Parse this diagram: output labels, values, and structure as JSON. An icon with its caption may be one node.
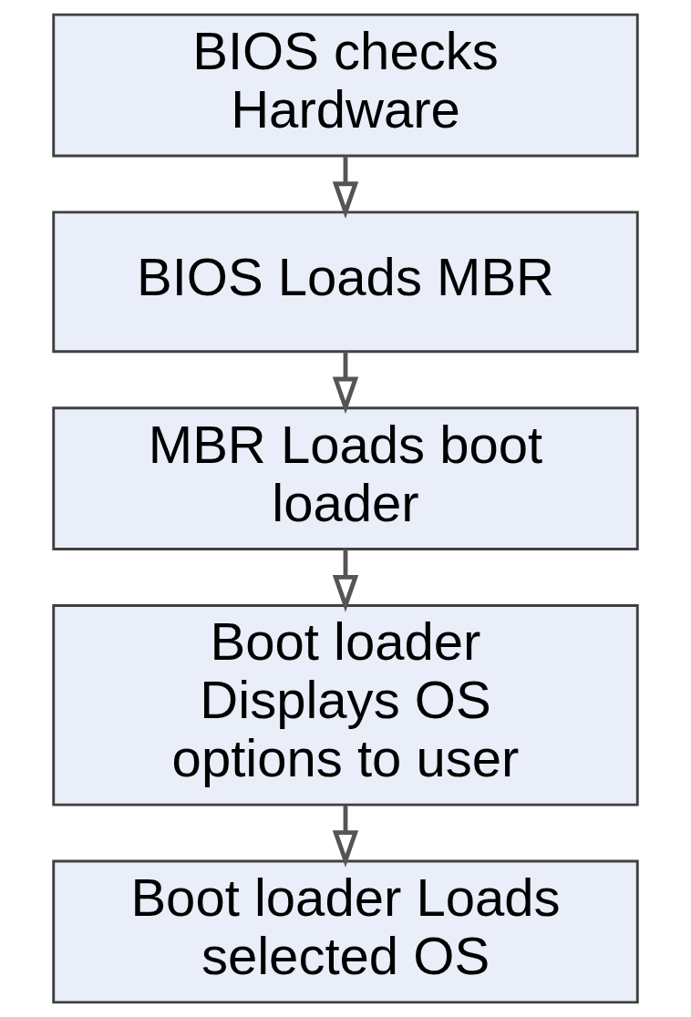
{
  "diagram": {
    "nodes": [
      {
        "text": [
          "BIOS checks Hardware"
        ]
      },
      {
        "text": [
          "BIOS Loads MBR"
        ]
      },
      {
        "text": [
          "MBR Loads boot loader"
        ]
      },
      {
        "text": [
          "Boot loader Displays OS options to user"
        ]
      },
      {
        "text": [
          "Boot loader Loads selected OS"
        ]
      }
    ],
    "edges": [
      {
        "from": 0,
        "to": 1,
        "arrow": "to"
      },
      {
        "from": 1,
        "to": 2,
        "arrow": "to"
      },
      {
        "from": 2,
        "to": 3,
        "arrow": "to"
      },
      {
        "from": 3,
        "to": 4,
        "arrow": "to"
      }
    ]
  }
}
